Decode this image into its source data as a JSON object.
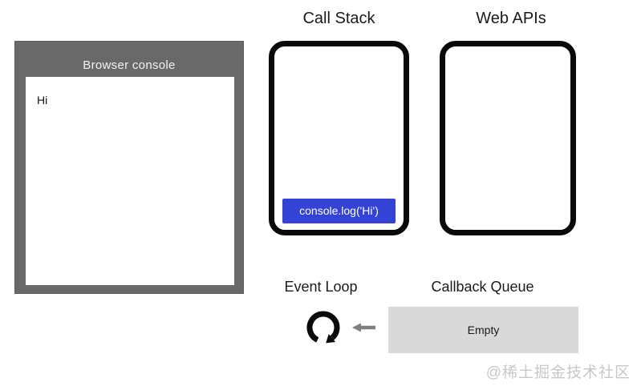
{
  "diagram": {
    "browser_console": {
      "title": "Browser console",
      "log_lines": [
        "Hi"
      ]
    },
    "call_stack": {
      "title": "Call Stack",
      "frames": [
        "console.log('Hi')"
      ]
    },
    "web_apis": {
      "title": "Web APIs",
      "items": []
    },
    "event_loop": {
      "title": "Event Loop"
    },
    "callback_queue": {
      "title": "Callback Queue",
      "status": "Empty"
    },
    "watermark": "@稀土掘金技术社区"
  },
  "icons": {
    "event_loop_icon": "circular-clockwise-arrow",
    "left_arrow_icon": "arrow-pointing-left"
  },
  "colors": {
    "console_frame": "#696969",
    "console_title_text": "#f2f2f2",
    "stack_frame_bg": "#3243d6",
    "stack_frame_text": "#ffffff",
    "box_border": "#0a0a0a",
    "queue_bg": "#d9d9d9",
    "arrow_gray": "#7f7f7f",
    "watermark_text": "#c8c8c8"
  }
}
